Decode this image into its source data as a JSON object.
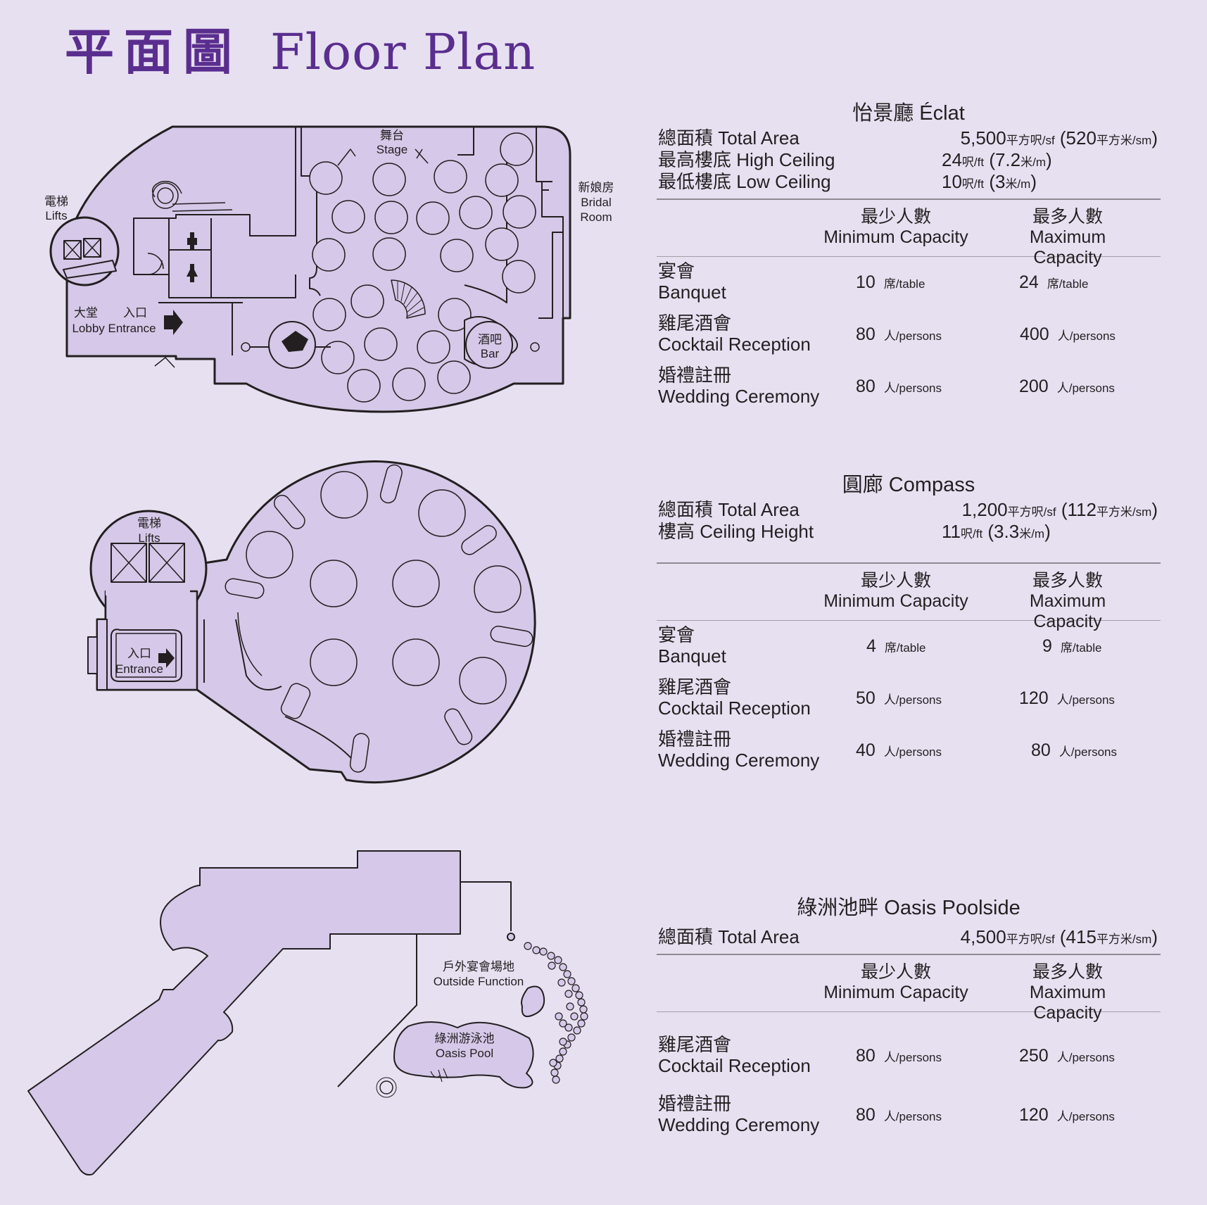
{
  "title": {
    "zh": "平面圖",
    "en": "Floor Plan"
  },
  "plan_labels": {
    "lifts_zh": "電梯",
    "lifts_en": "Lifts",
    "stage_zh": "舞台",
    "stage_en": "Stage",
    "bridal_zh": "新娘房",
    "bridal_en1": "Bridal",
    "bridal_en2": "Room",
    "lobby_zh": "大堂",
    "entrance_zh": "入口",
    "lobby_entrance_en": "Lobby Entrance",
    "bar_zh": "酒吧",
    "bar_en": "Bar",
    "entrance_en": "Entrance",
    "outside_zh": "戶外宴會場地",
    "outside_en": "Outside Function",
    "pool_zh": "綠洲游泳池",
    "pool_en": "Oasis Pool"
  },
  "capacity_header": {
    "min_zh": "最少人數",
    "min_en": "Minimum Capacity",
    "max_zh": "最多人數",
    "max_en": "Maximum Capacity"
  },
  "venues": [
    {
      "name": "怡景廳 Éclat",
      "specs": [
        {
          "label": "總面積 Total Area",
          "v1": "5,500",
          "u1": "平方呎/sf",
          "v2": " (520",
          "u2": "平方米/sm",
          "v3": ")"
        },
        {
          "label": "最高樓底 High Ceiling",
          "v1": "24",
          "u1": "呎/ft",
          "v2": " (7.2",
          "u2": "米/m",
          "v3": ")"
        },
        {
          "label": "最低樓底 Low Ceiling",
          "v1": "10",
          "u1": "呎/ft",
          "v2": " (3",
          "u2": "米/m",
          "v3": ")"
        }
      ],
      "rows": [
        {
          "zh": "宴會",
          "en": "Banquet",
          "min": "10",
          "min_unit": "席/table",
          "max": "24",
          "max_unit": "席/table"
        },
        {
          "zh": "雞尾酒會",
          "en": "Cocktail  Reception",
          "min": "80",
          "min_unit": "人/persons",
          "max": "400",
          "max_unit": "人/persons"
        },
        {
          "zh": "婚禮註冊",
          "en": "Wedding Ceremony",
          "min": "80",
          "min_unit": "人/persons",
          "max": "200",
          "max_unit": "人/persons"
        }
      ]
    },
    {
      "name": "圓廊 Compass",
      "specs": [
        {
          "label": "總面積 Total Area",
          "v1": "1,200",
          "u1": "平方呎/sf",
          "v2": " (112",
          "u2": "平方米/sm",
          "v3": ")"
        },
        {
          "label": "樓高 Ceiling Height",
          "v1": "11",
          "u1": "呎/ft",
          "v2": " (3.3",
          "u2": "米/m",
          "v3": ")"
        }
      ],
      "rows": [
        {
          "zh": "宴會",
          "en": "Banquet",
          "min": "4",
          "min_unit": "席/table",
          "max": "9",
          "max_unit": "席/table"
        },
        {
          "zh": "雞尾酒會",
          "en": "Cocktail  Reception",
          "min": "50",
          "min_unit": "人/persons",
          "max": "120",
          "max_unit": "人/persons"
        },
        {
          "zh": "婚禮註冊",
          "en": "Wedding Ceremony",
          "min": "40",
          "min_unit": "人/persons",
          "max": "80",
          "max_unit": "人/persons"
        }
      ]
    },
    {
      "name": "綠洲池畔 Oasis Poolside",
      "specs": [
        {
          "label": "總面積 Total Area",
          "v1": "4,500",
          "u1": "平方呎/sf",
          "v2": " (415",
          "u2": "平方米/sm",
          "v3": ")"
        }
      ],
      "rows": [
        {
          "zh": "雞尾酒會",
          "en": "Cocktail  Reception",
          "min": "80",
          "min_unit": "人/persons",
          "max": "250",
          "max_unit": "人/persons"
        },
        {
          "zh": "婚禮註冊",
          "en": "Wedding Ceremony",
          "min": "80",
          "min_unit": "人/persons",
          "max": "120",
          "max_unit": "人/persons"
        }
      ]
    }
  ],
  "colors": {
    "background": "#e7e0f1",
    "fill": "#d5c8e8",
    "title": "#5a2e8e",
    "line": "#231f20"
  }
}
